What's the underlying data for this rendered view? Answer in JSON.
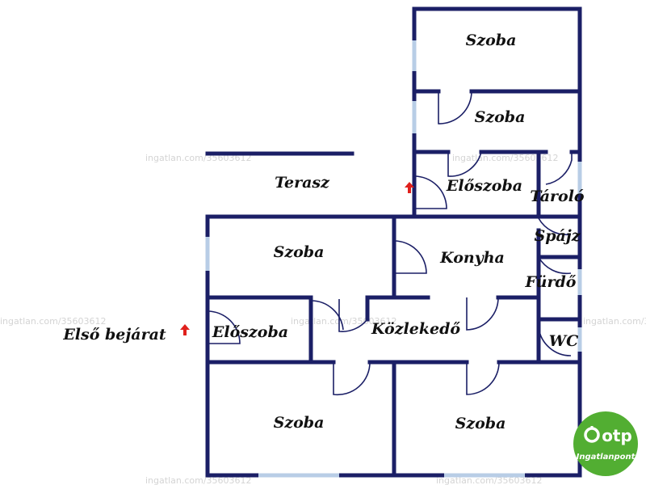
{
  "rooms": {
    "szoba_top1": "Szoba",
    "szoba_top2": "Szoba",
    "eloszoba_top": "Előszoba",
    "tarolo": "Tároló",
    "terasz": "Terasz",
    "szoba_mid": "Szoba",
    "konyha": "Konyha",
    "spajz": "Spájz",
    "furdo": "Fürdő",
    "elso_bejarat": "Első bejárat",
    "eloszoba_left": "Előszoba",
    "kozlekedo": "Közlekedő",
    "wc": "WC",
    "szoba_bottom1": "Szoba",
    "szoba_bottom2": "Szoba"
  },
  "watermark": "ingatlan.com/35603612",
  "logo": {
    "brand": "otp",
    "subtitle": "Ingatlanpont",
    "color": "#52ae32"
  },
  "colors": {
    "wall": "#1b1f66",
    "window": "#b8cde6",
    "arrow": "#e0201c"
  },
  "icons": [
    "entrance-arrow-icon",
    "otp-logo-icon"
  ]
}
